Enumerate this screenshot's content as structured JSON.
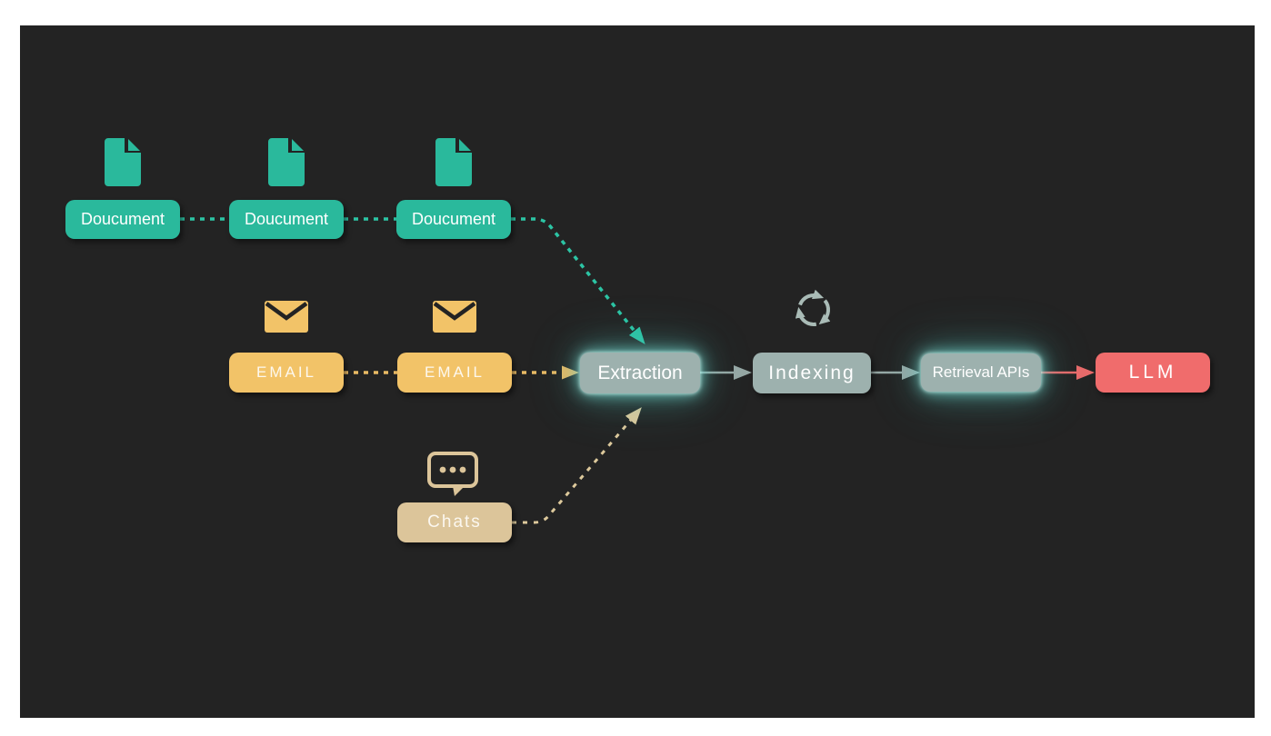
{
  "diagram": {
    "description": "RAG pipeline flow diagram on dark canvas",
    "nodes": {
      "document1": {
        "label": "Doucument",
        "color": "#2ab99c"
      },
      "document2": {
        "label": "Doucument",
        "color": "#2ab99c"
      },
      "document3": {
        "label": "Doucument",
        "color": "#2ab99c"
      },
      "email1": {
        "label": "EMAIL",
        "color": "#f2c368"
      },
      "email2": {
        "label": "EMAIL",
        "color": "#f2c368"
      },
      "chats": {
        "label": "Chats",
        "color": "#dcc59a"
      },
      "extraction": {
        "label": "Extraction",
        "color": "#9db1ae",
        "glow": true
      },
      "indexing": {
        "label": "Indexing",
        "color": "#9db1ae"
      },
      "retrieval": {
        "label": "Retrieval APIs",
        "color": "#9db1ae",
        "glow": true
      },
      "llm": {
        "label": "LLM",
        "color": "#f06c6c"
      }
    },
    "icons": {
      "document": "document-file-icon",
      "email": "envelope-icon",
      "chat": "chat-bubble-icon",
      "sync": "sync-refresh-icon"
    },
    "edges": [
      {
        "from": "document1",
        "to": "document2",
        "style": "dashed",
        "color": "#2cc4a4"
      },
      {
        "from": "document2",
        "to": "document3",
        "style": "dashed",
        "color": "#2cc4a4"
      },
      {
        "from": "document3",
        "to": "extraction",
        "style": "dashed-arrow",
        "color": "#2cc4a4"
      },
      {
        "from": "email1",
        "to": "email2",
        "style": "dashed",
        "color": "#e8b964"
      },
      {
        "from": "email2",
        "to": "extraction",
        "style": "dashed-arrow",
        "color": "#e8b964"
      },
      {
        "from": "chats",
        "to": "extraction",
        "style": "dashed-arrow",
        "color": "#ddc99c"
      },
      {
        "from": "extraction",
        "to": "indexing",
        "style": "solid-arrow",
        "color": "#97a8a5"
      },
      {
        "from": "indexing",
        "to": "retrieval",
        "style": "solid-arrow",
        "color": "#97a8a5"
      },
      {
        "from": "retrieval",
        "to": "llm",
        "style": "solid-arrow",
        "color": "#e96a6a"
      }
    ],
    "colors": {
      "canvas_bg": "#232323",
      "page_margin": "#ffffff",
      "teal": "#2ab99c",
      "teal_line": "#2cc4a4",
      "orange": "#f2c368",
      "orange_line": "#e8b964",
      "tan": "#dcc59a",
      "tan_line": "#ddc99c",
      "sage": "#9db1ae",
      "gray_line": "#97a8a5",
      "red": "#f06c6c",
      "red_line": "#e96a6a",
      "glow": "#8fe0d8",
      "icon_sage": "#a9bbb6",
      "text": "#ffffff"
    }
  }
}
